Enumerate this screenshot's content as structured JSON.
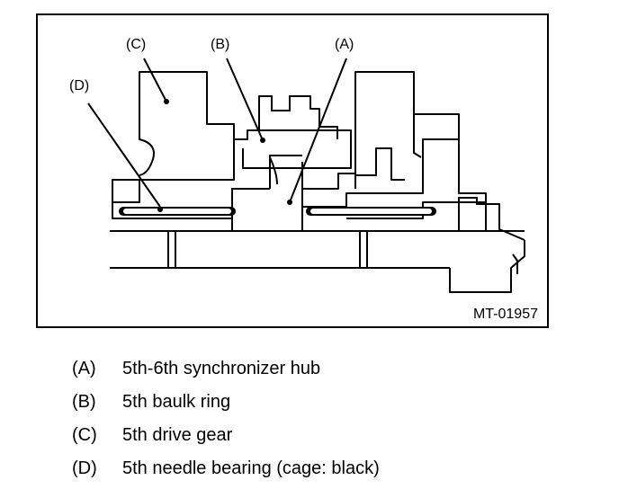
{
  "figure": {
    "callouts": [
      {
        "id": "A",
        "text": "(A)"
      },
      {
        "id": "B",
        "text": "(B)"
      },
      {
        "id": "C",
        "text": "(C)"
      },
      {
        "id": "D",
        "text": "(D)"
      }
    ],
    "code": "MT-01957"
  },
  "legend": [
    {
      "key": "(A)",
      "label": "5th-6th synchronizer hub"
    },
    {
      "key": "(B)",
      "label": "5th baulk ring"
    },
    {
      "key": "(C)",
      "label": "5th drive gear"
    },
    {
      "key": "(D)",
      "label": "5th needle bearing (cage: black)"
    }
  ]
}
